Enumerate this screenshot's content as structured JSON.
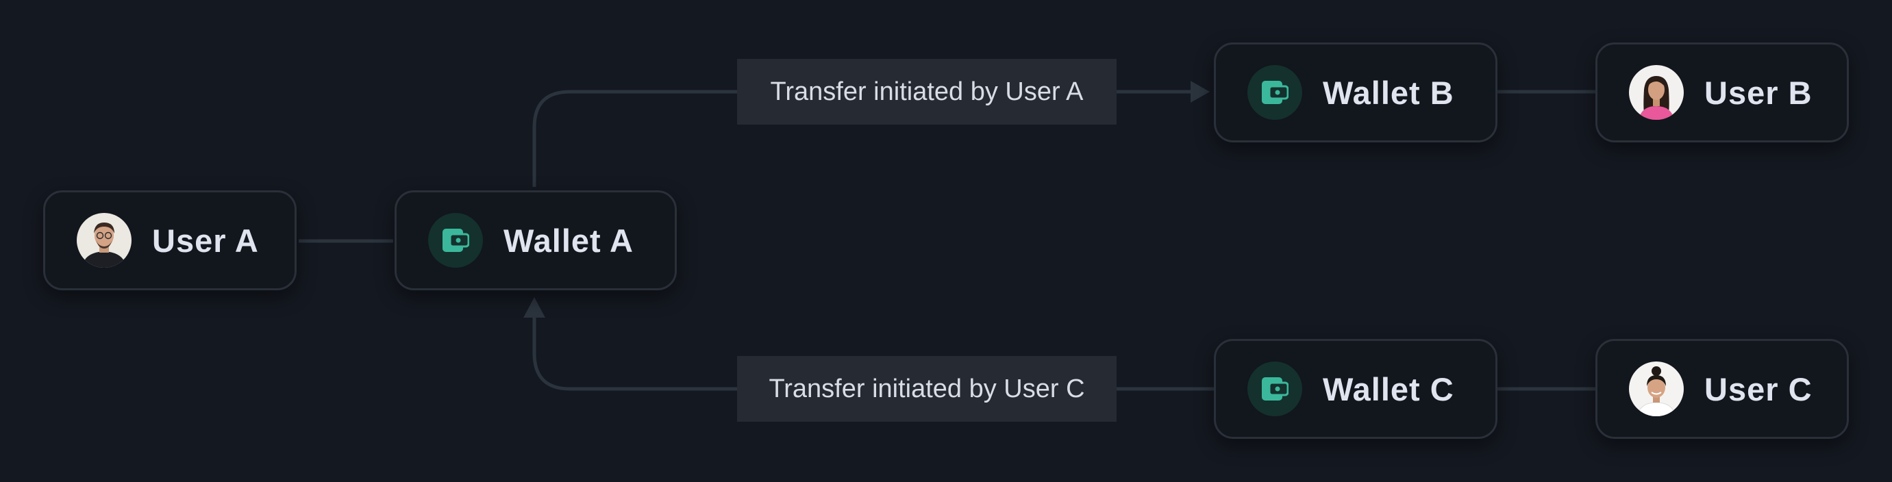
{
  "nodes": {
    "user_a": {
      "label": "User A"
    },
    "wallet_a": {
      "label": "Wallet A"
    },
    "wallet_b": {
      "label": "Wallet B"
    },
    "user_b": {
      "label": "User B"
    },
    "wallet_c": {
      "label": "Wallet C"
    },
    "user_c": {
      "label": "User C"
    }
  },
  "edges": {
    "transfer_ab": {
      "label": "Transfer initiated by User A"
    },
    "transfer_ca": {
      "label": "Transfer initiated by User C"
    }
  },
  "icons": {
    "wallet": "wallet-icon",
    "avatar": "person-avatar"
  },
  "colors": {
    "background": "#141820",
    "node_border": "#2a3039",
    "connector": "#2b333d",
    "wallet_accent": "#3bb89b",
    "label_background": "#252a33"
  }
}
